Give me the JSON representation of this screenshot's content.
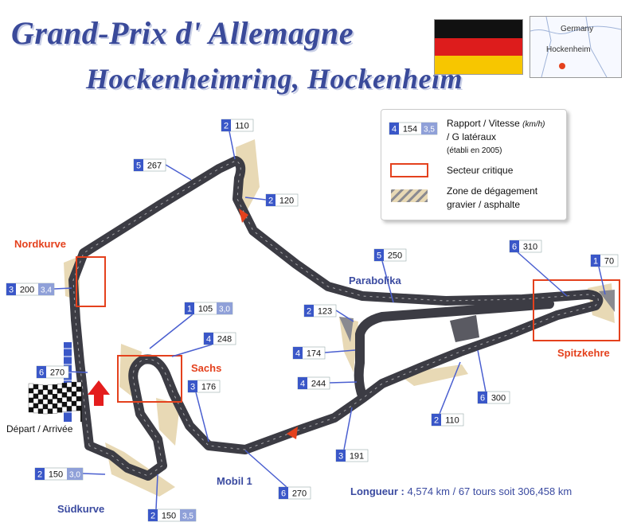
{
  "title": "Grand-Prix d' Allemagne",
  "subtitle": "Hockenheimring, Hockenheim",
  "flag_colors": [
    "#111111",
    "#dd1c1c",
    "#f7c600"
  ],
  "minimap": {
    "country": "Germany",
    "city": "Hockenheim"
  },
  "legend": {
    "sample_gear": "4",
    "sample_speed": "154",
    "sample_g": "3,5",
    "line1": "Rapport / Vitesse",
    "line1_unit": "(km/h)",
    "line2": "/ G latéraux",
    "line3": "(établi en 2005)",
    "critical": "Secteur critique",
    "runoff1": "Zone de dégagement",
    "runoff2": "gravier / asphalte"
  },
  "corners": {
    "nordkurve": "Nordkurve",
    "sachs": "Sachs",
    "spitzkehre": "Spitzkehre",
    "parabolika": "Parabolika",
    "mobil1": "Mobil 1",
    "sudkurve": "Südkurve",
    "start": "Départ / Arrivée"
  },
  "markers": [
    {
      "gear": "2",
      "speed": "110",
      "g": ""
    },
    {
      "gear": "5",
      "speed": "267",
      "g": ""
    },
    {
      "gear": "2",
      "speed": "120",
      "g": ""
    },
    {
      "gear": "3",
      "speed": "200",
      "g": "3,4"
    },
    {
      "gear": "1",
      "speed": "105",
      "g": "3,0"
    },
    {
      "gear": "4",
      "speed": "248",
      "g": ""
    },
    {
      "gear": "3",
      "speed": "176",
      "g": ""
    },
    {
      "gear": "6",
      "speed": "270",
      "g": ""
    },
    {
      "gear": "2",
      "speed": "150",
      "g": "3,0"
    },
    {
      "gear": "2",
      "speed": "150",
      "g": "3,5"
    },
    {
      "gear": "6",
      "speed": "270",
      "g": ""
    },
    {
      "gear": "3",
      "speed": "191",
      "g": ""
    },
    {
      "gear": "2",
      "speed": "110",
      "g": ""
    },
    {
      "gear": "4",
      "speed": "244",
      "g": ""
    },
    {
      "gear": "4",
      "speed": "174",
      "g": ""
    },
    {
      "gear": "2",
      "speed": "123",
      "g": ""
    },
    {
      "gear": "5",
      "speed": "250",
      "g": ""
    },
    {
      "gear": "6",
      "speed": "310",
      "g": ""
    },
    {
      "gear": "1",
      "speed": "70",
      "g": ""
    },
    {
      "gear": "6",
      "speed": "300",
      "g": ""
    }
  ],
  "footer": {
    "label": "Longueur :",
    "value": "4,574 km / 67 tours soit 306,458 km"
  },
  "colors": {
    "track": "#3c3c44",
    "title": "#3a4a9a",
    "marker_gear": "#3a57c8",
    "marker_g": "#8fa0d8",
    "critical": "#e4411d",
    "runoff": "#e8d9b5",
    "marker_line": "#4a5fd0"
  }
}
